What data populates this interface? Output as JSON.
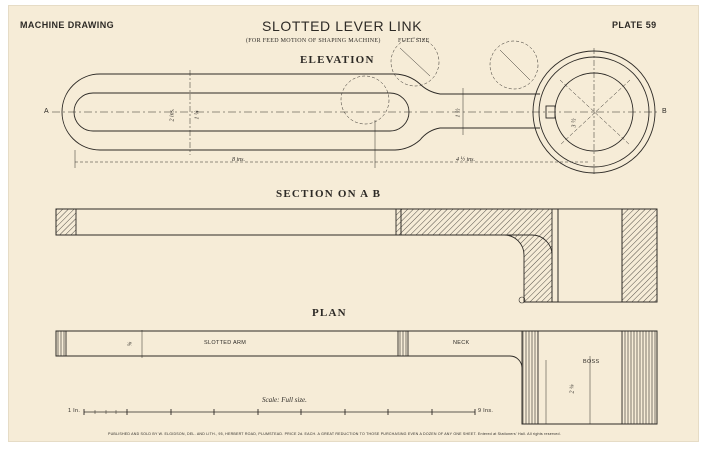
{
  "header": {
    "left": "MACHINE DRAWING",
    "title": "SLOTTED LEVER LINK",
    "subtitle": "(FOR FEED MOTION OF SHAPING MACHINE)",
    "size_note": "FULL SIZE",
    "plate": "PLATE 59"
  },
  "views": {
    "elevation": "ELEVATION",
    "section": "SECTION ON A B",
    "plan": "PLAN"
  },
  "section_marks": {
    "a": "A",
    "b": "B"
  },
  "labels": {
    "slotted_arm": "SLOTTED ARM",
    "neck": "NECK",
    "boss": "BOSS"
  },
  "dimensions": {
    "slot_length": "8 ins.",
    "neck_length": "4 ½ ins.",
    "arm_width": "2 ins.",
    "slot_width": "1 ¼",
    "neck_width": "1 ½",
    "boss_dia": "3 ½",
    "thickness": "⅝",
    "boss_height": "2 ⅛"
  },
  "scale": {
    "caption": "Scale: Full size.",
    "left_label": "1 In.",
    "right_label": "9 Ins."
  },
  "footer": "PUBLISHED AND SOLD BY W. ELGIDSON, DEL. AND LITH., 95, HERBERT ROAD, PLUMSTEAD. PRICE 2d. EACH. A GREAT REDUCTION TO THOSE PURCHASING EVEN A DOZEN OF ANY ONE SHEET. Entered at Stationers' Hall. All rights reserved.",
  "colors": {
    "paper": "#f6ecd7",
    "ink": "#2d2a26"
  }
}
